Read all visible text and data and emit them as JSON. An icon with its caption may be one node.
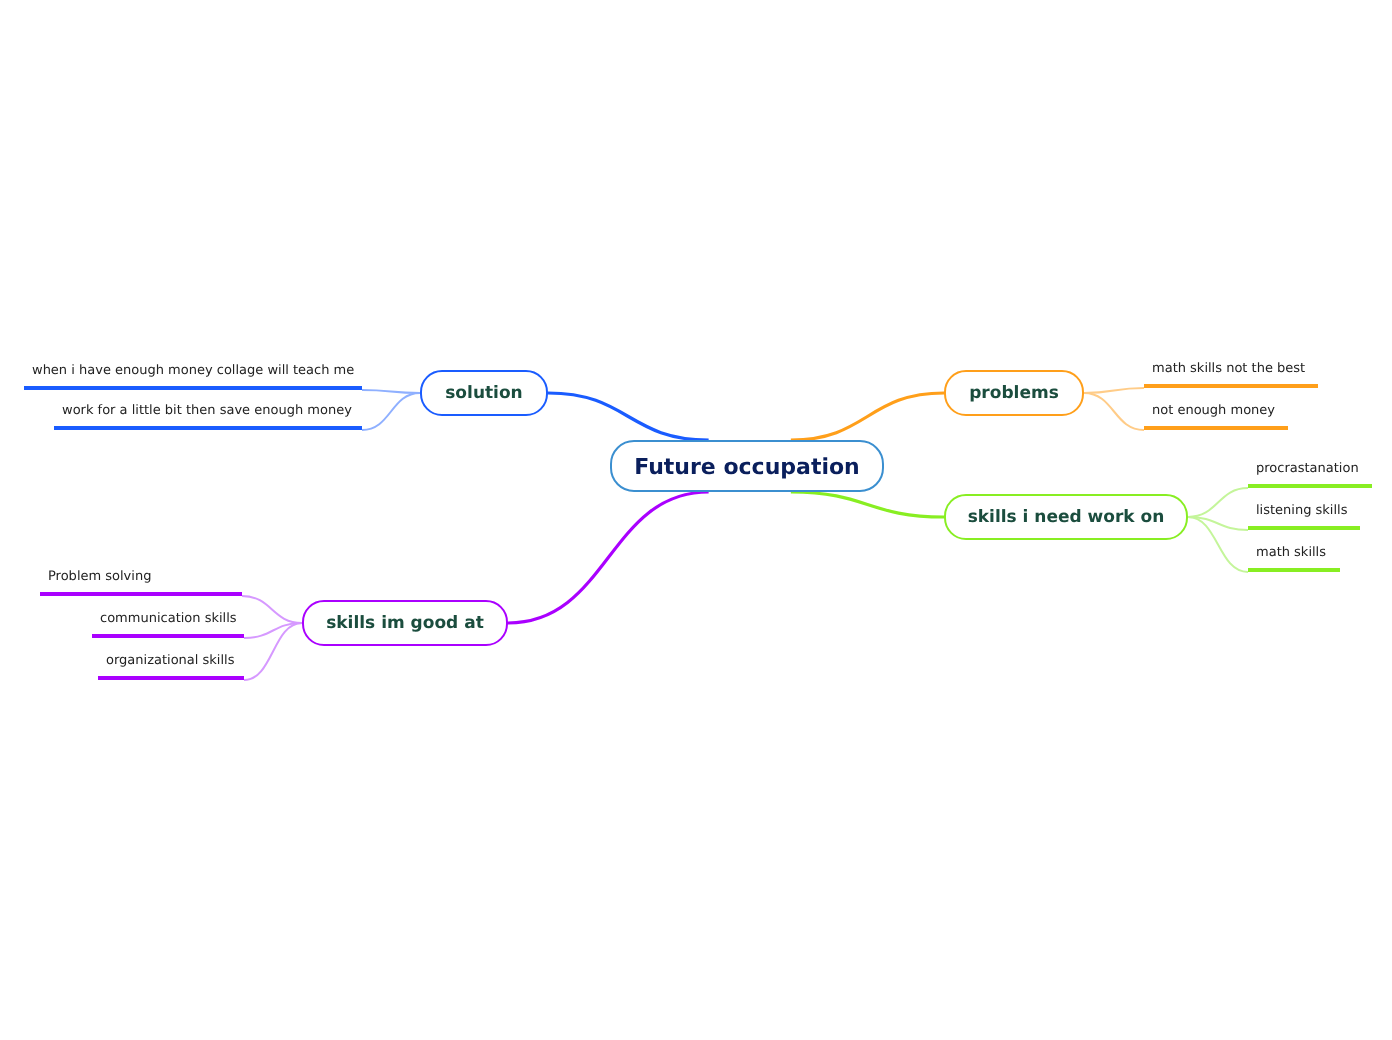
{
  "diagram": {
    "nodes": [
      {
        "text": [
          "Future occupation"
        ]
      },
      {
        "text": [
          "solution"
        ]
      },
      {
        "text": [
          "when i have enough money collage will teach me"
        ]
      },
      {
        "text": [
          "work for a little bit then save enough money"
        ]
      },
      {
        "text": [
          "skills im good at"
        ]
      },
      {
        "text": [
          "Problem solving"
        ]
      },
      {
        "text": [
          "communication skills"
        ]
      },
      {
        "text": [
          "organizational skills"
        ]
      },
      {
        "text": [
          "problems"
        ]
      },
      {
        "text": [
          "math skills not the best"
        ]
      },
      {
        "text": [
          "not enough money"
        ]
      },
      {
        "text": [
          "skills i need work on"
        ]
      },
      {
        "text": [
          "procrastanation"
        ]
      },
      {
        "text": [
          "listening skills"
        ]
      },
      {
        "text": [
          "math skills"
        ]
      }
    ],
    "edges": [
      {
        "from": 0,
        "to": 1,
        "arrow": "none",
        "color": "#1a5cff"
      },
      {
        "from": 1,
        "to": 2,
        "arrow": "none",
        "color": "#8fb0ff"
      },
      {
        "from": 1,
        "to": 3,
        "arrow": "none",
        "color": "#8fb0ff"
      },
      {
        "from": 0,
        "to": 4,
        "arrow": "none",
        "color": "#aa00ff"
      },
      {
        "from": 4,
        "to": 5,
        "arrow": "none",
        "color": "#d699ff"
      },
      {
        "from": 4,
        "to": 6,
        "arrow": "none",
        "color": "#d699ff"
      },
      {
        "from": 4,
        "to": 7,
        "arrow": "none",
        "color": "#d699ff"
      },
      {
        "from": 0,
        "to": 8,
        "arrow": "none",
        "color": "#ff9f1a"
      },
      {
        "from": 8,
        "to": 9,
        "arrow": "none",
        "color": "#ffcc88"
      },
      {
        "from": 8,
        "to": 10,
        "arrow": "none",
        "color": "#ffcc88"
      },
      {
        "from": 0,
        "to": 11,
        "arrow": "none",
        "color": "#88ee22"
      },
      {
        "from": 11,
        "to": 12,
        "arrow": "none",
        "color": "#c4f59a"
      },
      {
        "from": 11,
        "to": 13,
        "arrow": "none",
        "color": "#c4f59a"
      },
      {
        "from": 11,
        "to": 14,
        "arrow": "none",
        "color": "#c4f59a"
      }
    ]
  }
}
